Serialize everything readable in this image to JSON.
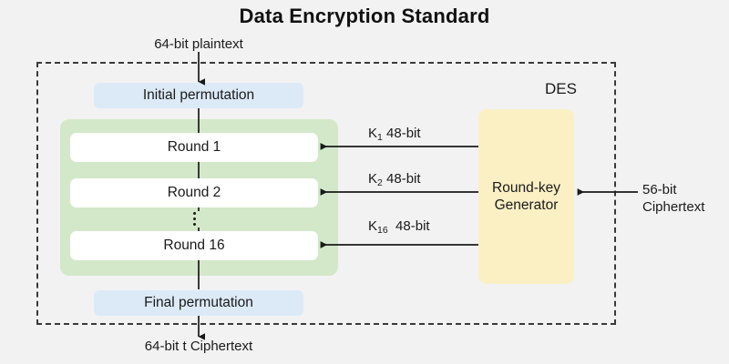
{
  "title": "Data Encryption Standard",
  "boundary": {
    "label": "DES",
    "style": "dashed"
  },
  "io_labels": {
    "plaintext_in": "64-bit plaintext",
    "ciphertext_out": "64-bit t Ciphertext",
    "key_in_line1": "56-bit",
    "key_in_line2": "Ciphertext"
  },
  "permutations": {
    "initial": "Initial permutation",
    "final": "Final permutation"
  },
  "rounds": {
    "items": [
      {
        "label": "Round 1"
      },
      {
        "label": "Round 2"
      },
      {
        "label": "Round 16"
      }
    ],
    "ellipsis": "vertical-ellipsis"
  },
  "key_schedule": {
    "generator_label": "Round-key\nGenerator",
    "keys": [
      {
        "symbol": "K",
        "subscript": "1",
        "size": "48-bit",
        "target": "Round 1"
      },
      {
        "symbol": "K",
        "subscript": "2",
        "size": "48-bit",
        "target": "Round 2"
      },
      {
        "symbol": "K",
        "subscript": "16",
        "size": "48-bit",
        "target": "Round 16"
      }
    ]
  },
  "colors": {
    "background": "#f2f2f2",
    "permutation_box": "#dceaf8",
    "rounds_container": "#d3e8c9",
    "round_box": "#ffffff",
    "key_generator": "#fbf0c4",
    "stroke": "#1a1a1a",
    "boundary_stroke": "#3a3a3a"
  }
}
